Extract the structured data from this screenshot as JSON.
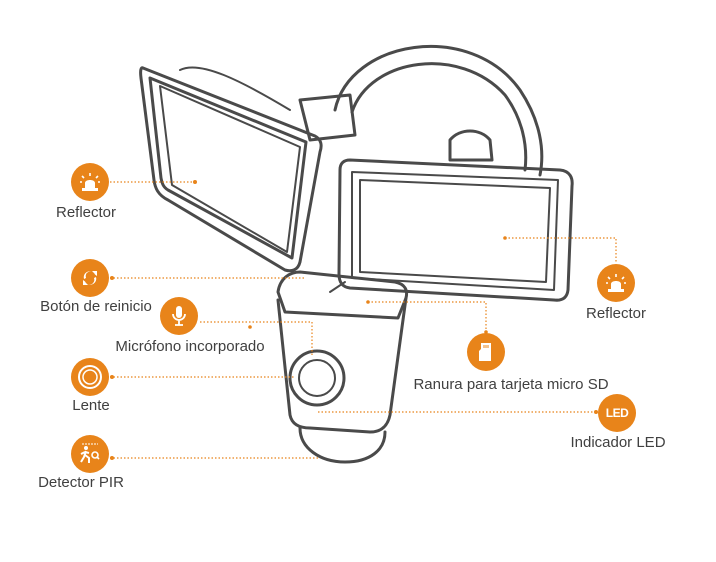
{
  "callouts": {
    "reflector_left": {
      "label": "Reflector",
      "icon": "siren-icon"
    },
    "reset_button": {
      "label": "Botón de reinicio",
      "icon": "reset-icon"
    },
    "microphone": {
      "label": "Micrófono incorporado",
      "icon": "microphone-icon"
    },
    "lens": {
      "label": "Lente",
      "icon": "lens-icon"
    },
    "pir": {
      "label": "Detector PIR",
      "icon": "motion-sensor-icon"
    },
    "reflector_right": {
      "label": "Reflector",
      "icon": "siren-icon"
    },
    "sd_slot": {
      "label": "Ranura para tarjeta micro SD",
      "icon": "sd-card-icon"
    },
    "led": {
      "label": "Indicador LED",
      "icon_text": "LED"
    }
  },
  "colors": {
    "accent": "#e8841a",
    "line_art": "#4a4a4a",
    "text": "#404040"
  }
}
